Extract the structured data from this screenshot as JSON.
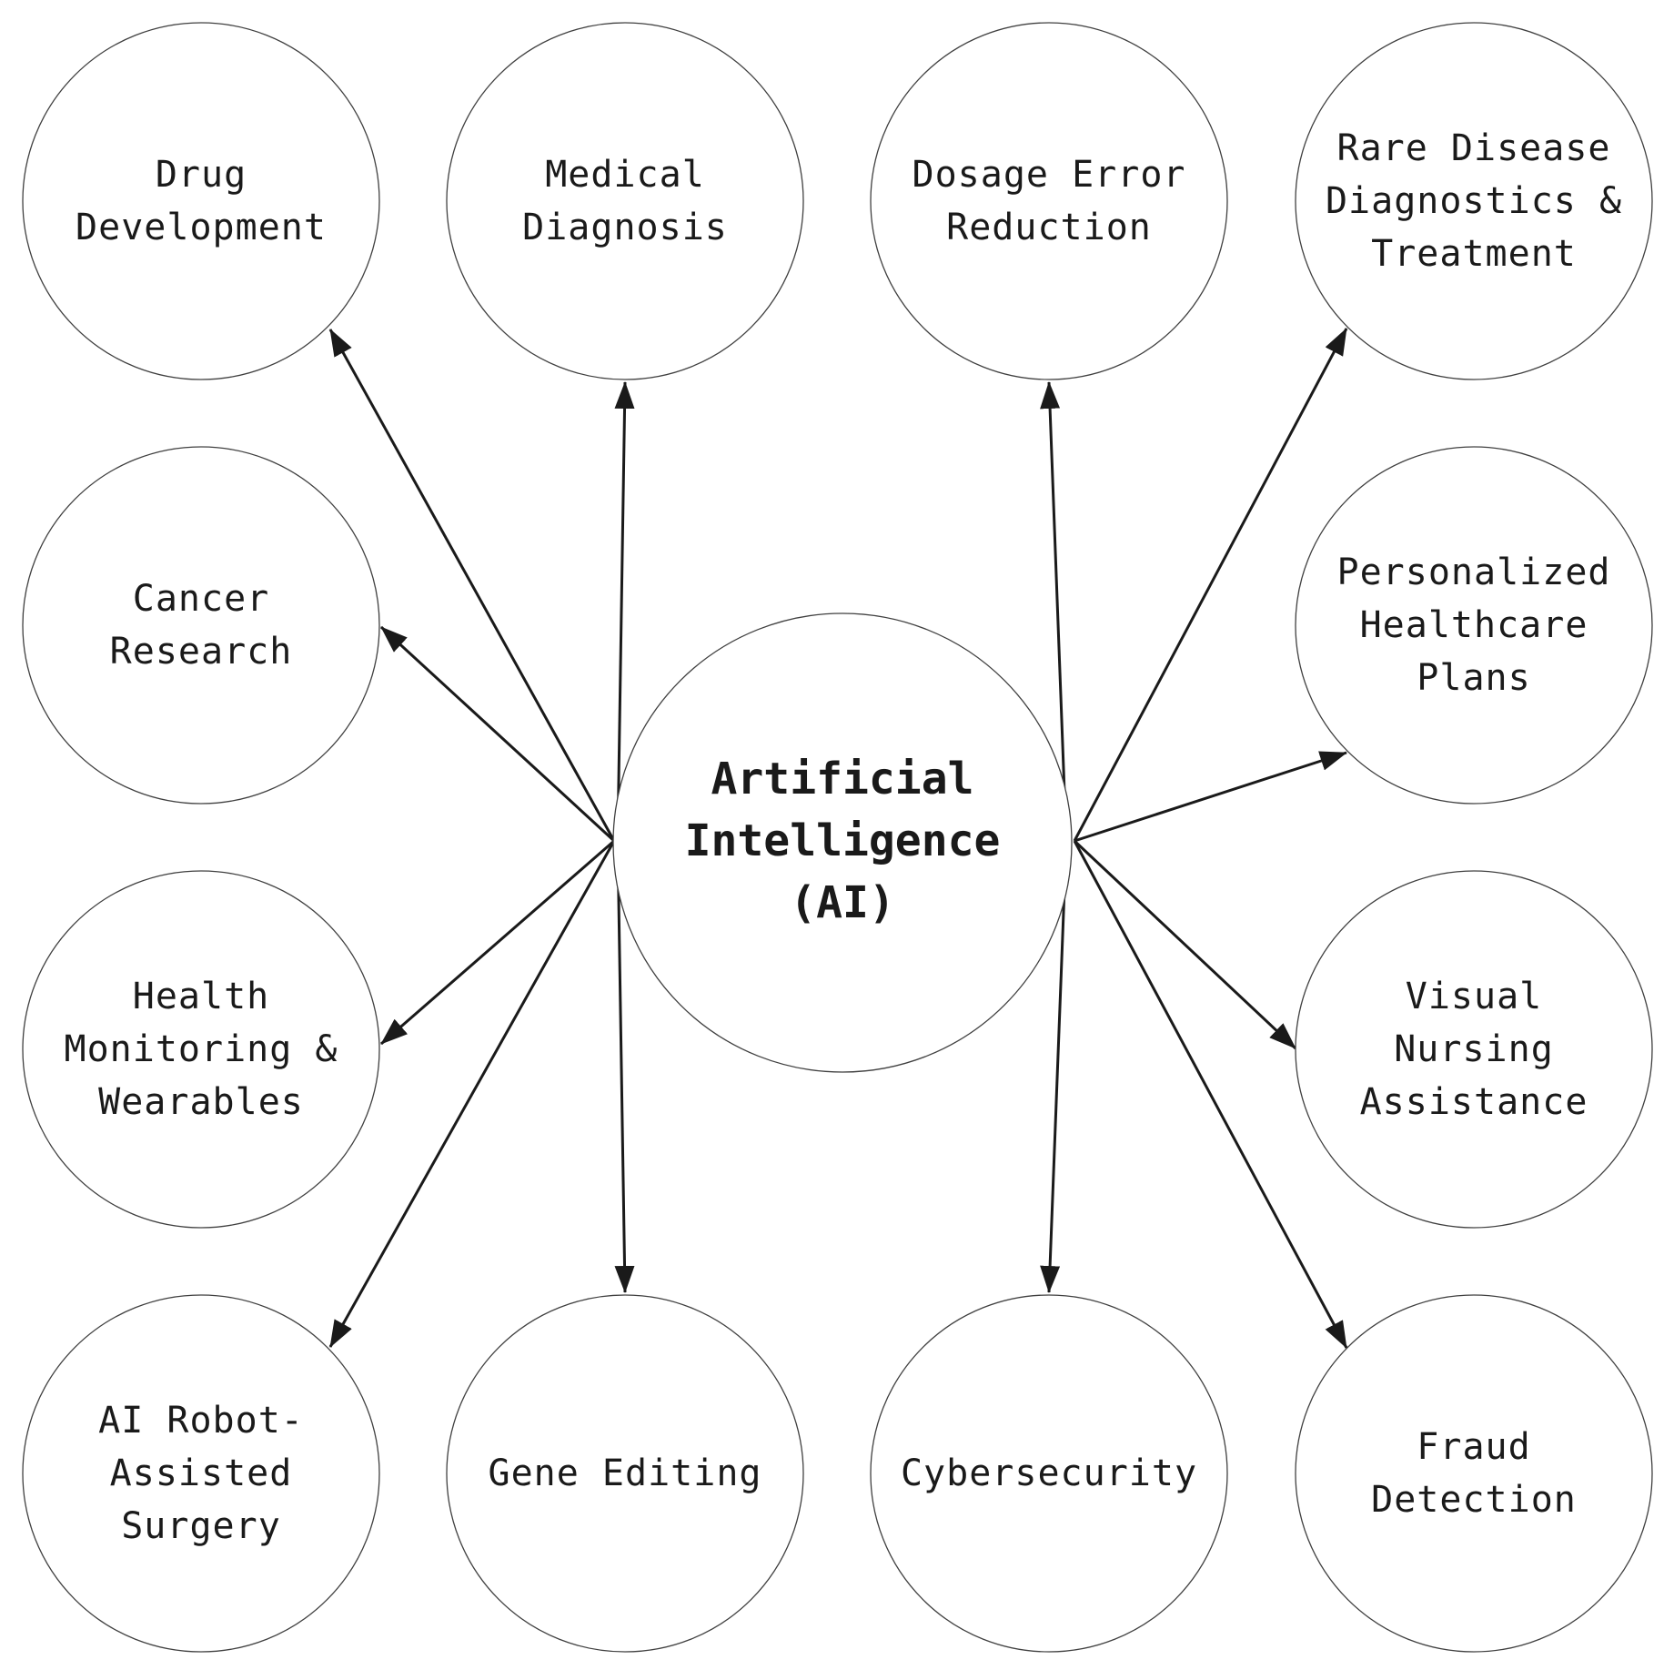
{
  "center": {
    "lines": [
      "Artificial",
      "Intelligence",
      "(AI)"
    ]
  },
  "nodes": [
    {
      "id": "drug-development",
      "lines": [
        "Drug",
        "Development"
      ]
    },
    {
      "id": "medical-diagnosis",
      "lines": [
        "Medical",
        "Diagnosis"
      ]
    },
    {
      "id": "dosage-error-reduction",
      "lines": [
        "Dosage Error",
        "Reduction"
      ]
    },
    {
      "id": "rare-disease",
      "lines": [
        "Rare Disease",
        "Diagnostics &",
        "Treatment"
      ]
    },
    {
      "id": "cancer-research",
      "lines": [
        "Cancer",
        "Research"
      ]
    },
    {
      "id": "personalized-healthcare",
      "lines": [
        "Personalized",
        "Healthcare",
        "Plans"
      ]
    },
    {
      "id": "health-monitoring",
      "lines": [
        "Health",
        "Monitoring &",
        "Wearables"
      ]
    },
    {
      "id": "visual-nursing",
      "lines": [
        "Visual",
        "Nursing",
        "Assistance"
      ]
    },
    {
      "id": "ai-robot-surgery",
      "lines": [
        "AI Robot-",
        "Assisted",
        "Surgery"
      ]
    },
    {
      "id": "gene-editing",
      "lines": [
        "Gene Editing"
      ]
    },
    {
      "id": "cybersecurity",
      "lines": [
        "Cybersecurity"
      ]
    },
    {
      "id": "fraud-detection",
      "lines": [
        "Fraud",
        "Detection"
      ]
    }
  ],
  "colors": {
    "stroke": "#404040",
    "arrow": "#1a1a1a",
    "text": "#1a1a1a",
    "background": "#ffffff"
  }
}
